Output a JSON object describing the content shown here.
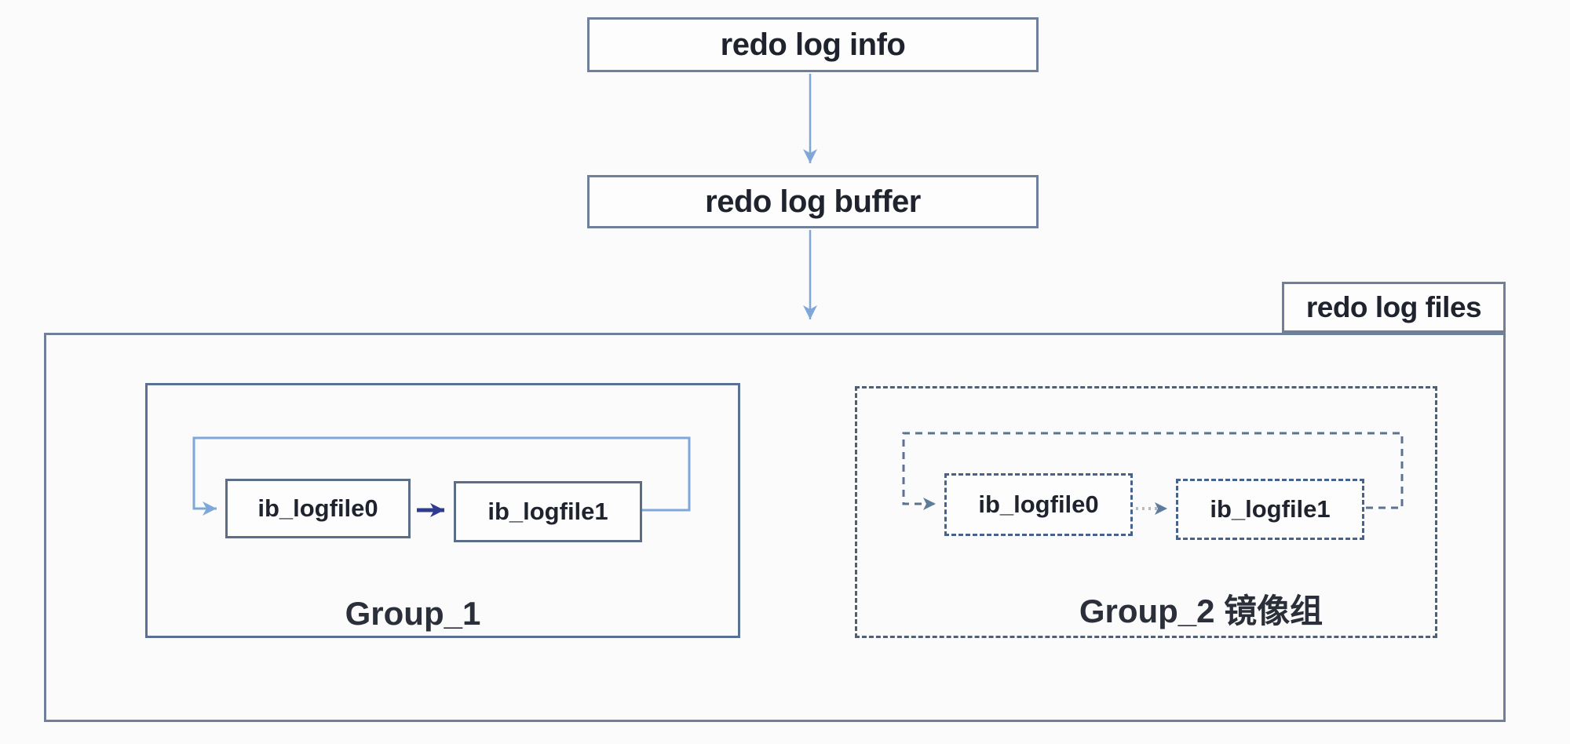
{
  "diagram": {
    "nodes": {
      "info": "redo log info",
      "buffer": "redo log buffer",
      "files": "redo log files"
    },
    "group1": {
      "label": "Group_1",
      "files": [
        "ib_logfile0",
        "ib_logfile1"
      ]
    },
    "group2": {
      "label": "Group_2 镜像组",
      "files": [
        "ib_logfile0",
        "ib_logfile1"
      ]
    }
  },
  "colors": {
    "bg": "#fafbfa",
    "box-bg": "#fdfdfd",
    "border": "#71809a",
    "group-border": "#5b7095",
    "file-border": "#5c6d88",
    "loop-blue": "#7fa8d8",
    "arrow-navy": "#2e3b8e",
    "dash-border": "#525f71",
    "dash-file-border": "#47628c",
    "dash-loop": "#5d7191",
    "dotted-line": "#b6bcc4",
    "arrow-slate": "#5d7b9c",
    "text": "#1f232e"
  }
}
